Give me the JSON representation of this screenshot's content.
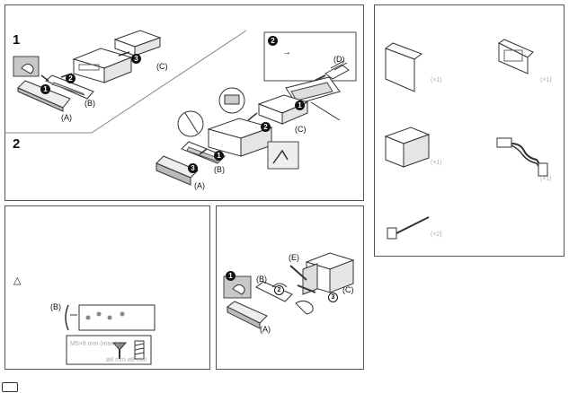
{
  "step1": "1",
  "step2": "2",
  "labels": {
    "a": "(A)",
    "b": "(B)",
    "c": "(C)",
    "d": "(D)",
    "e": "(E)"
  },
  "badges": {
    "one": "1",
    "two": "2",
    "three": "3"
  },
  "arrow": "→",
  "warning": "△",
  "parts_faint": {
    "a1": "(×1)",
    "b1": "(×1)",
    "c1": "(×1)",
    "d1": "(×1)",
    "e2": "(×2)"
  },
  "screw_faint": {
    "size": "M5×8 mm (max.)",
    "dims": "ø8 mm ø8 mm"
  }
}
